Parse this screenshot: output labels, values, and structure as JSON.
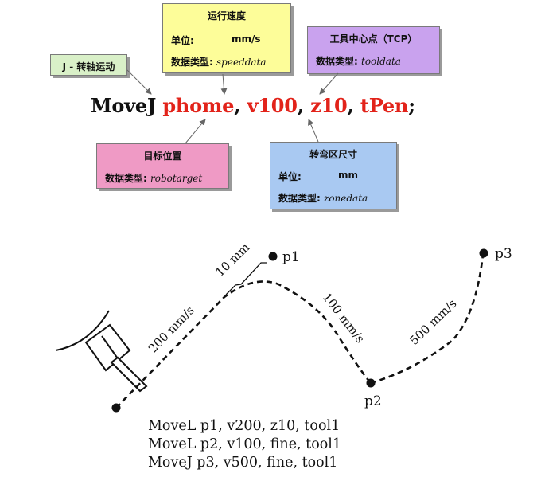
{
  "command": {
    "keyword": "MoveJ",
    "args": [
      "phome",
      "v100",
      "z10",
      "tPen"
    ],
    "separator": ",",
    "terminator": ";",
    "arg_color": "#e2231a"
  },
  "callouts": {
    "joint": {
      "title": "J - 转轴运动",
      "color": "#d9f0c8"
    },
    "speed": {
      "title": "运行速度",
      "unit_label": "单位:",
      "unit_value": "mm/s",
      "type_label": "数据类型:",
      "type_value": "speeddata",
      "color": "#fdfd99"
    },
    "tcp": {
      "title": "工具中心点（TCP）",
      "type_label": "数据类型:",
      "type_value": "tooldata",
      "color": "#c9a2ee"
    },
    "target": {
      "title": "目标位置",
      "type_label": "数据类型:",
      "type_value": "robotarget",
      "color": "#ef9ac5"
    },
    "zone": {
      "title": "转弯区尺寸",
      "unit_label": "单位:",
      "unit_value": "mm",
      "type_label": "数据类型:",
      "type_value": "zonedata",
      "color": "#a9c9f2"
    }
  },
  "path": {
    "points": {
      "p1": "p1",
      "p2": "p2",
      "p3": "p3"
    },
    "segment_labels": {
      "seg1": "200 mm/s",
      "seg2": "100 mm/s",
      "seg3": "500 mm/s",
      "zone": "10 mm"
    }
  },
  "code_lines": [
    "MoveL p1, v200, z10, tool1",
    "MoveL p2, v100, fine, tool1",
    "MoveJ p3, v500, fine, tool1"
  ]
}
